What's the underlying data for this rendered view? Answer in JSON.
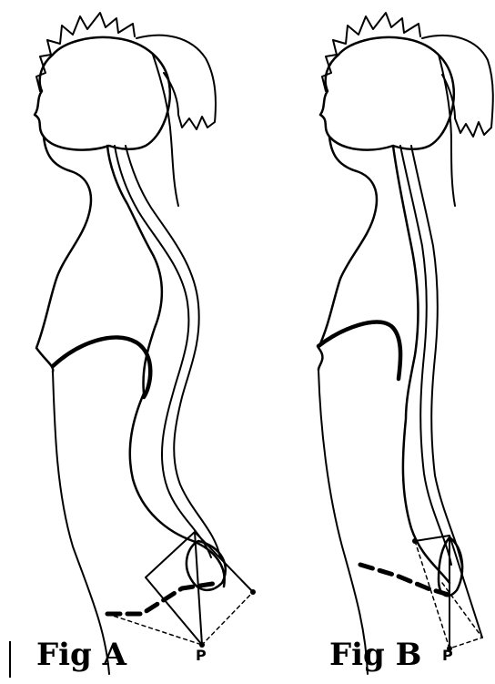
{
  "figures": [
    {
      "caption": "Fig A",
      "point_label": "P"
    },
    {
      "caption": "Fig B",
      "point_label": "P"
    }
  ],
  "colors": {
    "ink": "#000000",
    "background": "#ffffff"
  }
}
